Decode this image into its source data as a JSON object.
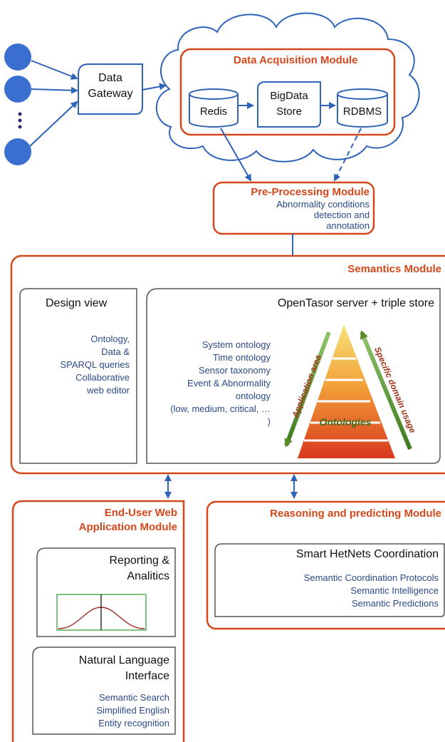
{
  "gateway": {
    "line1": "Data",
    "line2": "Gateway"
  },
  "acquisition": {
    "title": "Data Acquisition Module",
    "redis": "Redis",
    "bigdata_line1": "BigData",
    "bigdata_line2": "Store",
    "rdbms": "RDBMS"
  },
  "preprocessing": {
    "title": "Pre-Processing Module",
    "lines": [
      "Abnormality conditions",
      "detection and",
      "annotation"
    ]
  },
  "semantics": {
    "title": "Semantics Module",
    "design_view": {
      "title": "Design view",
      "lines": [
        "Ontology,",
        "Data &",
        "SPARQL queries",
        "Collaborative",
        "web editor"
      ]
    },
    "server": {
      "title": "OpenTasor server + triple store",
      "lines": [
        "System ontology",
        "Time ontology",
        "Sensor taxonomy",
        "Event & Abnormality",
        "ontology",
        "(low, medium, critical, …",
        ")"
      ],
      "pyramid_label": "Ontologies",
      "left_arrow_label": "Application area",
      "right_arrow_label": "Specific domain usage"
    }
  },
  "enduser": {
    "title_line1": "End-User Web",
    "title_line2": "Application Module",
    "reporting_line1": "Reporting &",
    "reporting_line2": "Analitics",
    "nli_line1": "Natural Language",
    "nli_line2": "Interface",
    "nli_lines": [
      "Semantic Search",
      "Simplified English",
      "Entity recognition"
    ]
  },
  "reasoning": {
    "title": "Reasoning and predicting Module",
    "box_title": "Smart HetNets Coordination",
    "lines": [
      "Semantic Coordination Protocols",
      "Semantic Intelligence",
      "Semantic Predictions"
    ]
  },
  "colors": {
    "orange": "#d4481c",
    "blue": "#2e63b8",
    "node": "#3a6fd0"
  }
}
